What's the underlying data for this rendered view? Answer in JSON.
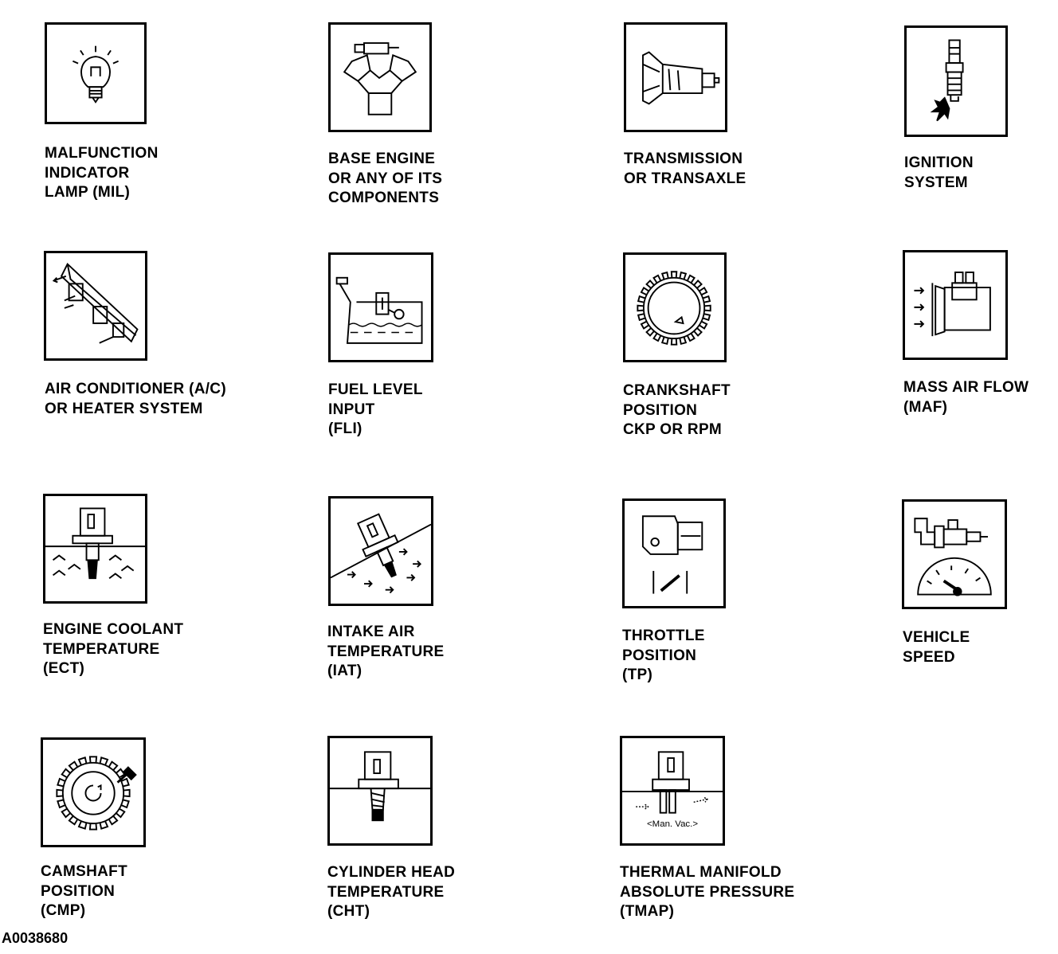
{
  "symbols": [
    {
      "icon": "malfunction-lamp-icon",
      "label": "MALFUNCTION\nINDICATOR\nLAMP (MIL)"
    },
    {
      "icon": "base-engine-icon",
      "label": "BASE ENGINE\nOR ANY OF ITS\nCOMPONENTS"
    },
    {
      "icon": "transmission-icon",
      "label": "TRANSMISSION\nOR TRANSAXLE"
    },
    {
      "icon": "spark-plug-icon",
      "label": "IGNITION\nSYSTEM"
    },
    {
      "icon": "air-conditioner-icon",
      "label": "AIR CONDITIONER (A/C)\nOR HEATER SYSTEM"
    },
    {
      "icon": "fuel-tank-icon",
      "label": "FUEL LEVEL\nINPUT\n(FLI)"
    },
    {
      "icon": "crankshaft-wheel-icon",
      "label": "CRANKSHAFT\nPOSITION\nCKP OR RPM"
    },
    {
      "icon": "mass-air-flow-sensor-icon",
      "label": "MASS AIR FLOW\n(MAF)"
    },
    {
      "icon": "coolant-sensor-icon",
      "label": "ENGINE COOLANT\nTEMPERATURE\n(ECT)"
    },
    {
      "icon": "intake-air-sensor-icon",
      "label": "INTAKE AIR\nTEMPERATURE\n(IAT)"
    },
    {
      "icon": "throttle-sensor-icon",
      "label": "THROTTLE\nPOSITION\n(TP)"
    },
    {
      "icon": "speedometer-icon",
      "label": "VEHICLE\nSPEED"
    },
    {
      "icon": "camshaft-gear-icon",
      "label": "CAMSHAFT\nPOSITION\n(CMP)"
    },
    {
      "icon": "cylinder-head-sensor-icon",
      "label": "CYLINDER HEAD\nTEMPERATURE\n(CHT)"
    },
    {
      "icon": "tmap-sensor-icon",
      "label": "THERMAL MANIFOLD\nABSOLUTE PRESSURE\n(TMAP)",
      "icon_text": "<Man. Vac.>"
    }
  ],
  "reference_code": "A0038680"
}
